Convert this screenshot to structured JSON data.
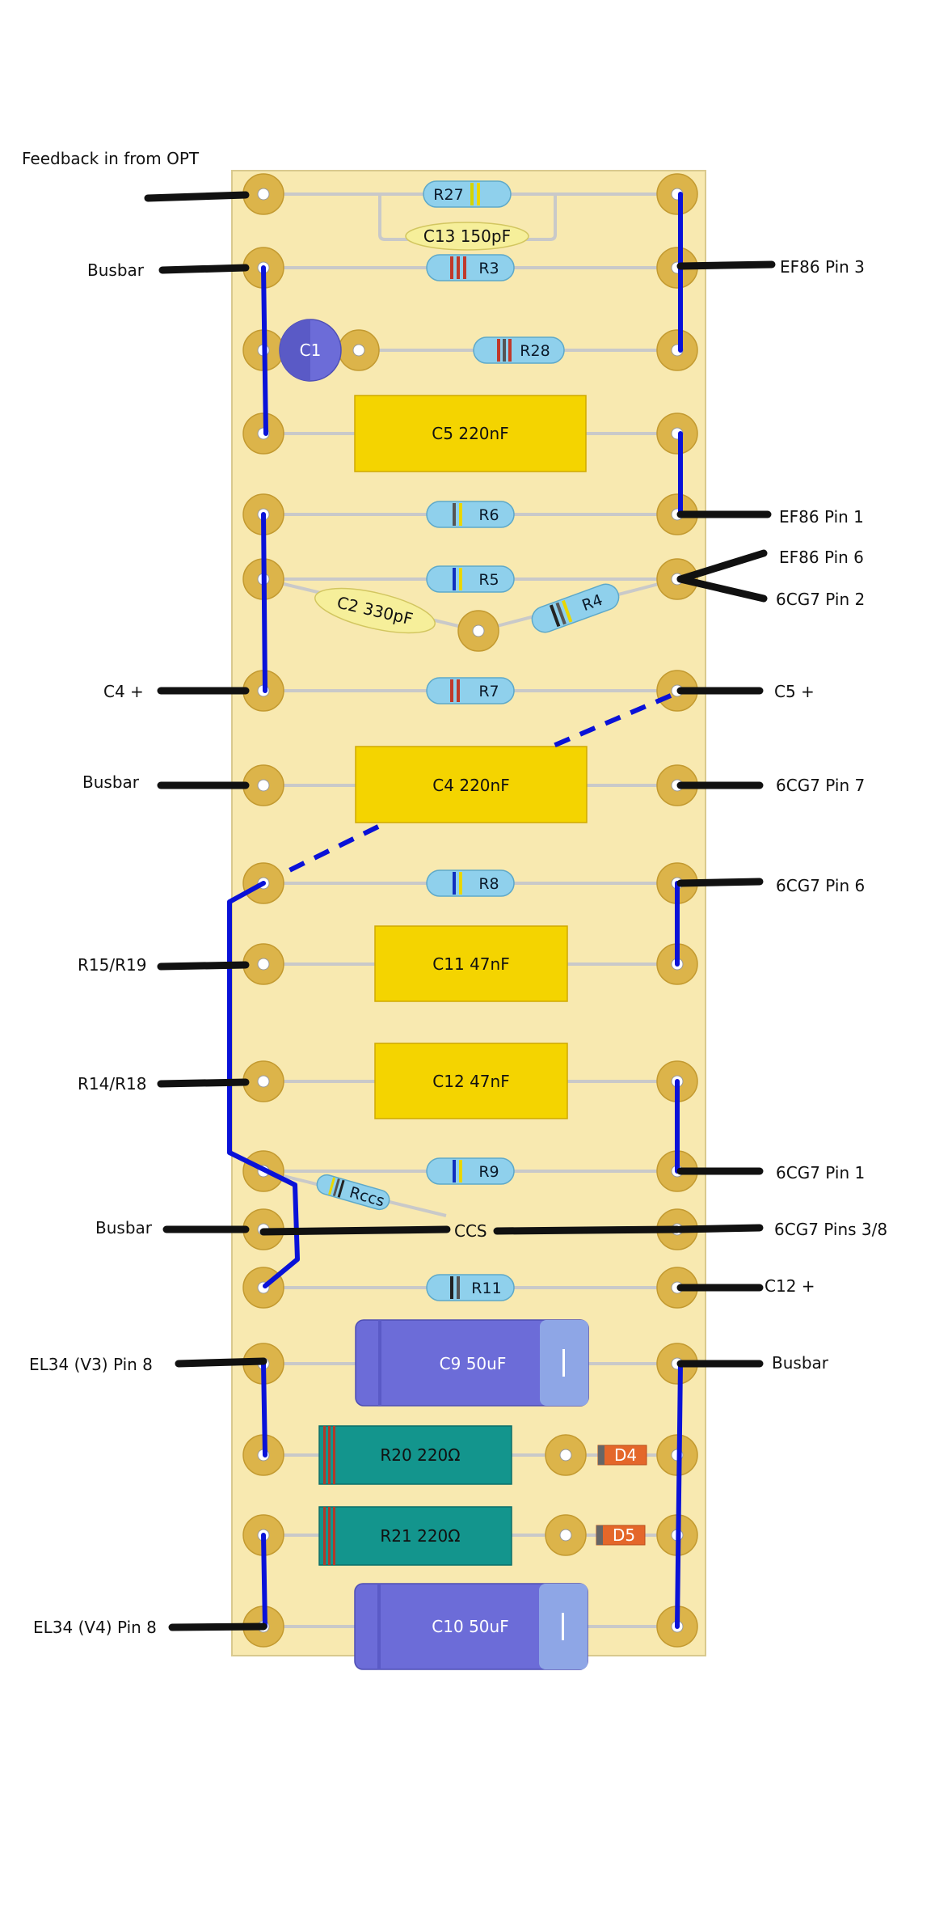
{
  "colors": {
    "board": "#f8e9b0",
    "pad": "#dcb44a",
    "wire": "#0a12d8",
    "lead": "#111111",
    "resistor_body": "#8fd0ec",
    "film_cap": "#f4d400",
    "ceramic_cap": "#f6ef9a",
    "electrolytic": "#6c6cd8",
    "power_resistor": "#13958d",
    "diode": "#e4672a"
  },
  "labels": {
    "feedback": "Feedback in from OPT",
    "busbar_1": "Busbar",
    "ef86_pin3": "EF86 Pin 3",
    "ef86_pin1": "EF86 Pin 1",
    "ef86_pin6": "EF86 Pin 6",
    "6cg7_pin2": "6CG7 Pin 2",
    "c4_plus": "C4 +",
    "c5_plus": "C5 +",
    "busbar_2": "Busbar",
    "6cg7_pin7": "6CG7 Pin 7",
    "6cg7_pin6": "6CG7 Pin 6",
    "r15_r19": "R15/R19",
    "r14_r18": "R14/R18",
    "6cg7_pin1": "6CG7 Pin 1",
    "busbar_3": "Busbar",
    "ccs": "CCS",
    "6cg7_pins38": "6CG7 Pins 3/8",
    "c12_plus": "C12 +",
    "el34_v3": "EL34 (V3) Pin 8",
    "busbar_4": "Busbar",
    "el34_v4": "EL34 (V4) Pin 8"
  },
  "components": {
    "r27": "R27",
    "c13": "C13 150pF",
    "r3": "R3",
    "c1": "C1",
    "r28": "R28",
    "c5": "C5 220nF",
    "r6": "R6",
    "r5": "R5",
    "c2": "C2 330pF",
    "r4": "R4",
    "r7": "R7",
    "c4": "C4 220nF",
    "r8": "R8",
    "c11": "C11 47nF",
    "c12": "C12 47nF",
    "r9": "R9",
    "rccs": "Rccs",
    "r11": "R11",
    "c9": "C9 50uF",
    "r20": "R20 220Ω",
    "d4": "D4",
    "r21": "R21 220Ω",
    "d5": "D5",
    "c10": "C10 50uF"
  }
}
